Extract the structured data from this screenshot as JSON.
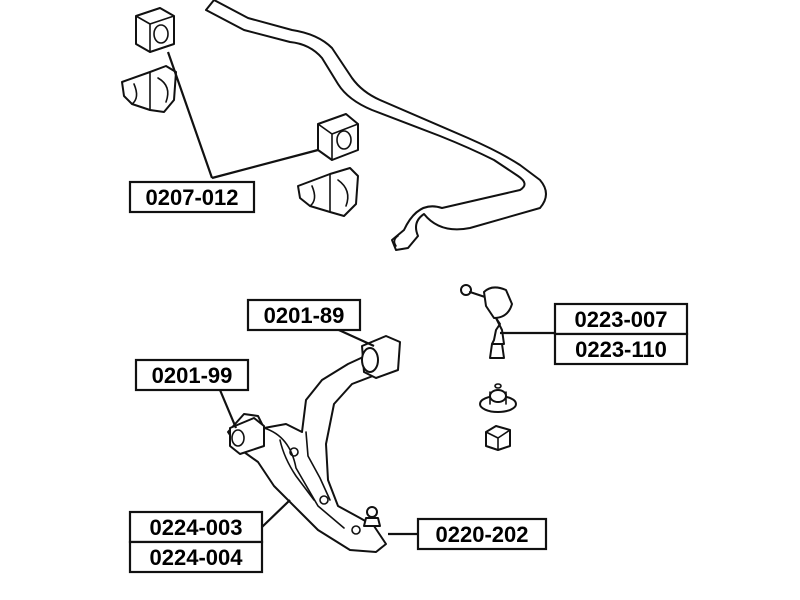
{
  "labels": {
    "stabilizer_bushing": "0207-012",
    "arm_front_bushing": "0201-89",
    "arm_rear_bushing": "0201-99",
    "stabilizer_link_1": "0223-007",
    "stabilizer_link_2": "0223-110",
    "control_arm_1": "0224-003",
    "control_arm_2": "0224-004",
    "ball_joint": "0220-202"
  },
  "colors": {
    "line": "#111111",
    "background": "#ffffff"
  }
}
